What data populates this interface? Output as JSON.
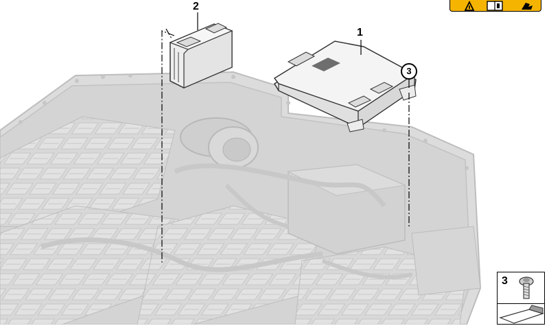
{
  "callouts": {
    "part_1": "1",
    "part_2": "2",
    "part_3": "3"
  },
  "legend": {
    "item_number": "3",
    "item_icon": "bolt-icon"
  },
  "warning_bar": {
    "icons": [
      "warning-triangle-icon",
      "manual-book-icon",
      "glove-hand-icon"
    ],
    "color": "#f5b400"
  },
  "colors": {
    "assembly_gray": "#cfcfcf",
    "assembly_line": "#b3b3b3",
    "part_line": "#333333"
  }
}
